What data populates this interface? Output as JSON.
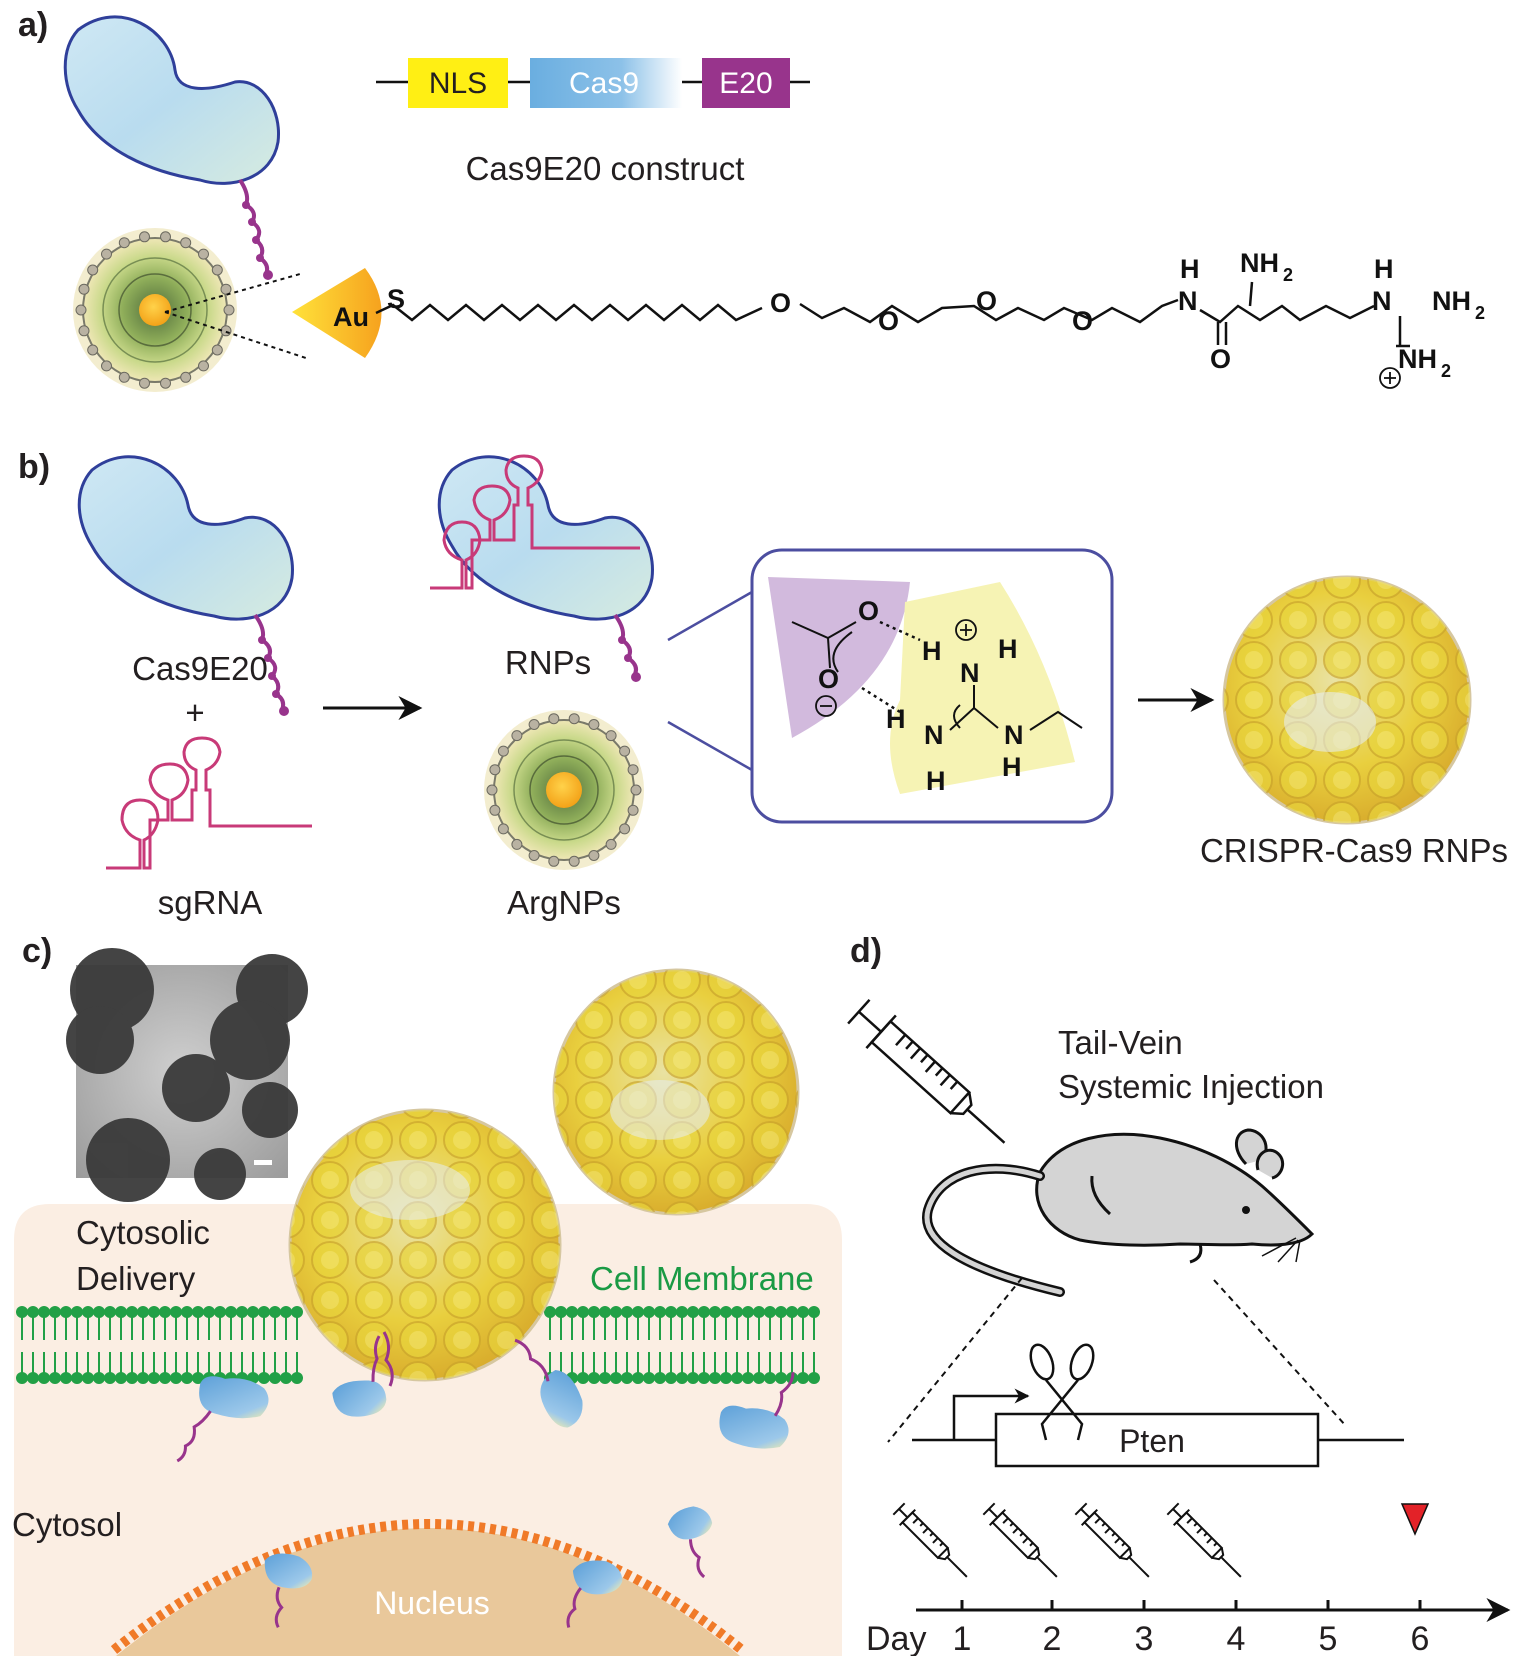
{
  "panels": {
    "a": "a)",
    "b": "b)",
    "c": "c)",
    "d": "d)"
  },
  "panel_a": {
    "construct_segments": [
      "NLS",
      "Cas9",
      "E20"
    ],
    "construct_caption": "Cas9E20 construct",
    "molecule": {
      "au": "Au",
      "s": "S",
      "o": "O",
      "nh": "N",
      "h": "H",
      "nh2": "NH",
      "sub2": "2",
      "carbonyl_o": "O"
    }
  },
  "panel_b": {
    "cas9e20_label": "Cas9E20",
    "plus": "+",
    "sgrna_label": "sgRNA",
    "rnps_label": "RNPs",
    "argnps_label": "ArgNPs",
    "result_label": "CRISPR-Cas9 RNPs",
    "inset": {
      "o": "O",
      "n": "N",
      "h": "H"
    }
  },
  "panel_c": {
    "cytosolic_delivery": [
      "Cytosolic",
      "Delivery"
    ],
    "cell_membrane": "Cell Membrane",
    "cytosol": "Cytosol",
    "nucleus": "Nucleus"
  },
  "panel_d": {
    "injection_label": [
      "Tail-Vein",
      "Systemic Injection"
    ],
    "gene": "Pten",
    "timeline_prefix": "Day",
    "days": [
      "1",
      "2",
      "3",
      "4",
      "5",
      "6"
    ]
  },
  "colors": {
    "nls": "#ffef14",
    "cas9": "#6aaee0",
    "e20": "#98348c",
    "rna": "#c83a78",
    "membrane": "#22a046",
    "membrane_text": "#1a9a44",
    "cytosol_bg": "#fbeee3",
    "nucleus": "#e9c89b",
    "nuclear_envelope": "#f07a28",
    "protein_outline": "#2f3f9a",
    "carboxylate_bg": "#cdb3d9",
    "guanidinium_bg": "#f6f3b4",
    "marker": "#e32228"
  }
}
